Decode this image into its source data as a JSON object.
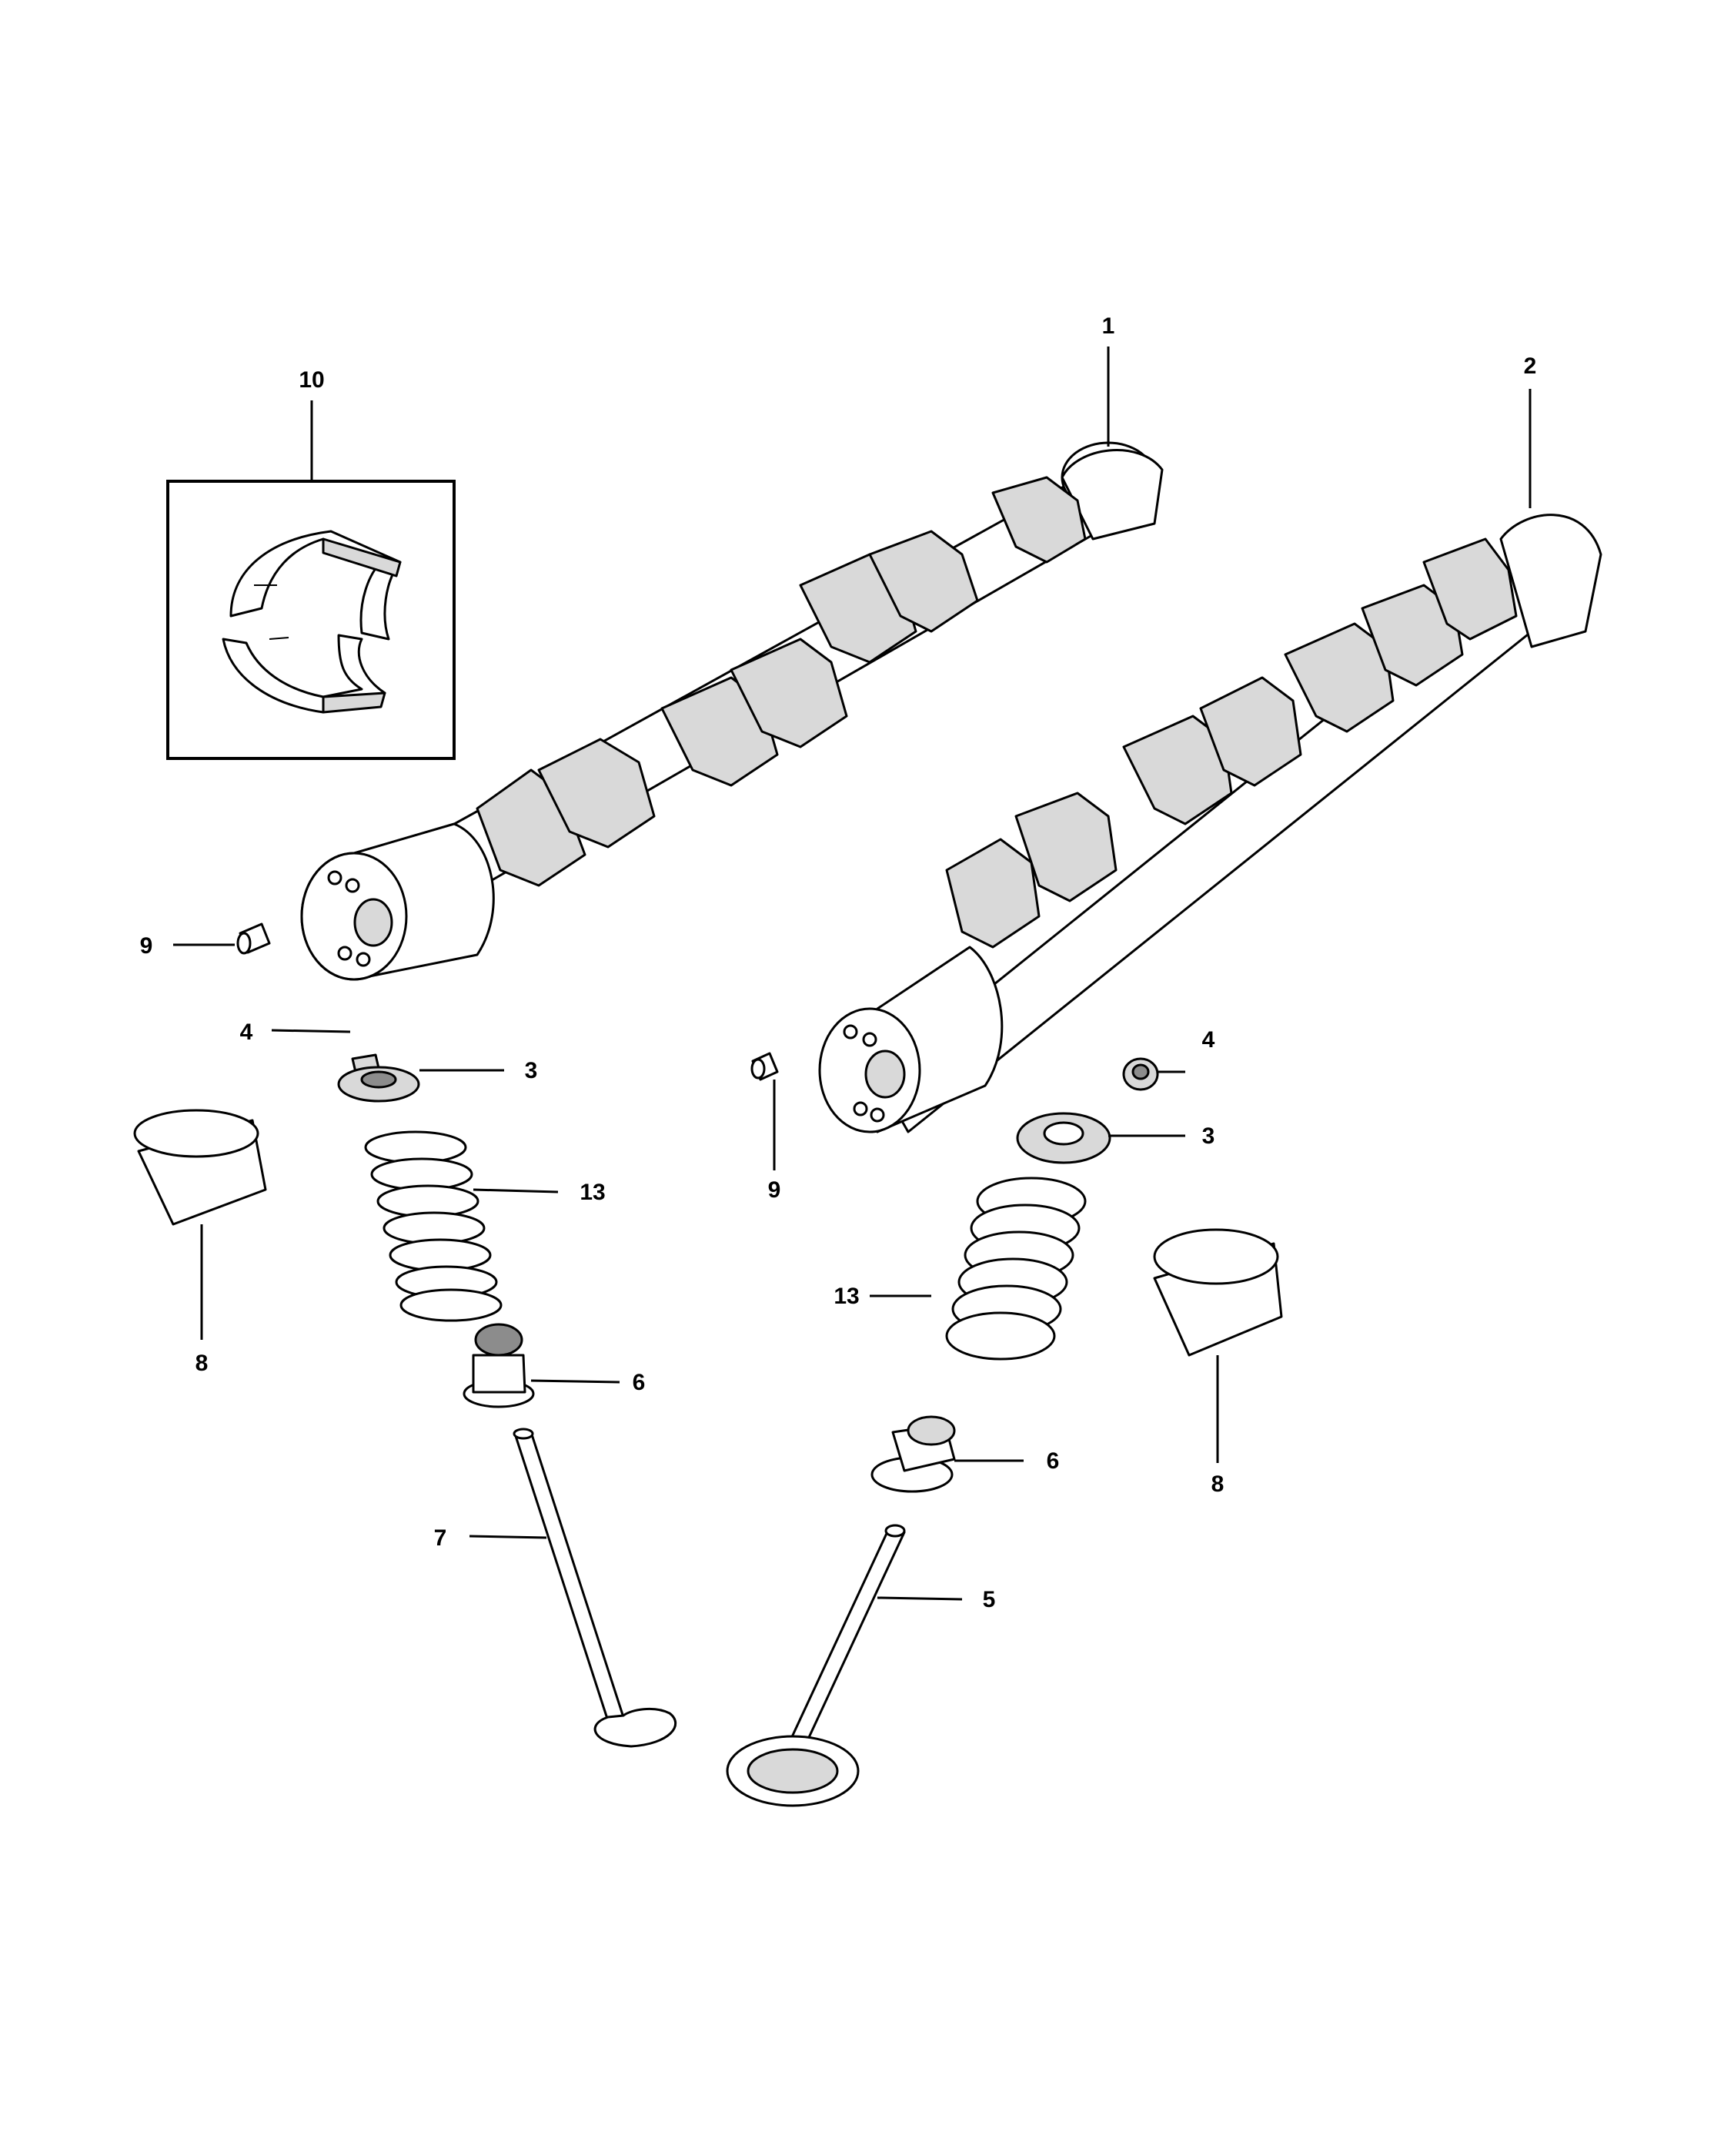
{
  "callouts": {
    "c1": "1",
    "c2": "2",
    "c3a": "3",
    "c3b": "3",
    "c4a": "4",
    "c4b": "4",
    "c5": "5",
    "c6a": "6",
    "c6b": "6",
    "c7": "7",
    "c8a": "8",
    "c8b": "8",
    "c9a": "9",
    "c9b": "9",
    "c10": "10",
    "c13a": "13",
    "c13b": "13"
  }
}
